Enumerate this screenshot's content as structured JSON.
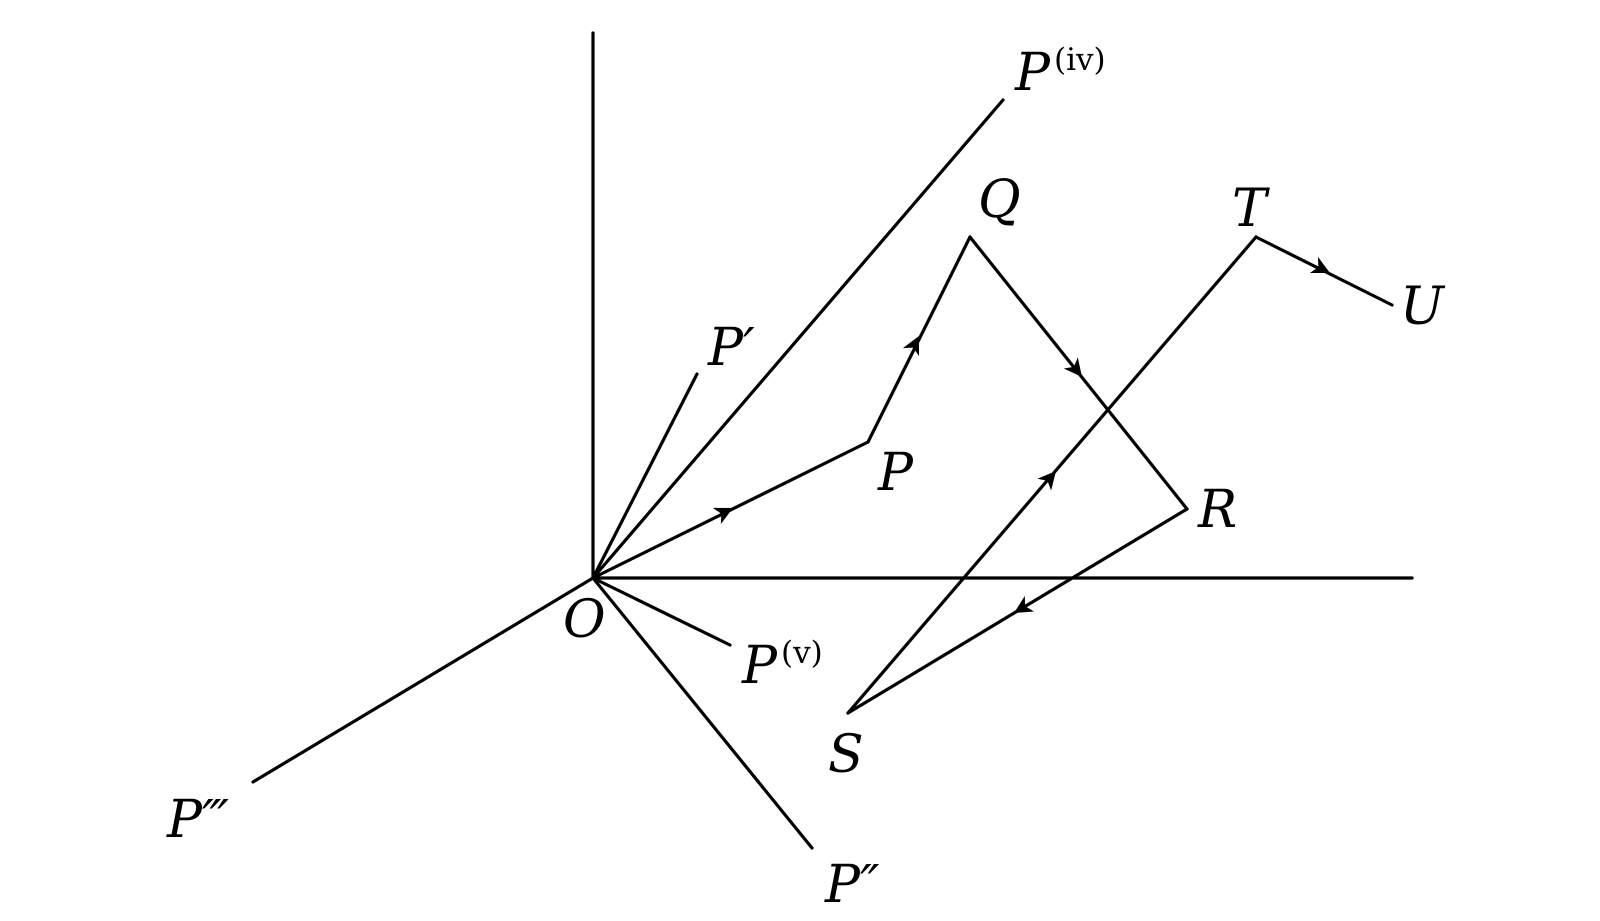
{
  "labels": {
    "origin": "O",
    "p": "P",
    "p1": "P′",
    "p2": "P″",
    "p3": "P‴",
    "p4": "P",
    "p4_sup": "(iv)",
    "p5": "P",
    "p5_sup": "(v)",
    "q": "Q",
    "r": "R",
    "s": "S",
    "t": "T",
    "u": "U"
  },
  "colors": {
    "stroke": "#000000",
    "background": "#ffffff"
  }
}
